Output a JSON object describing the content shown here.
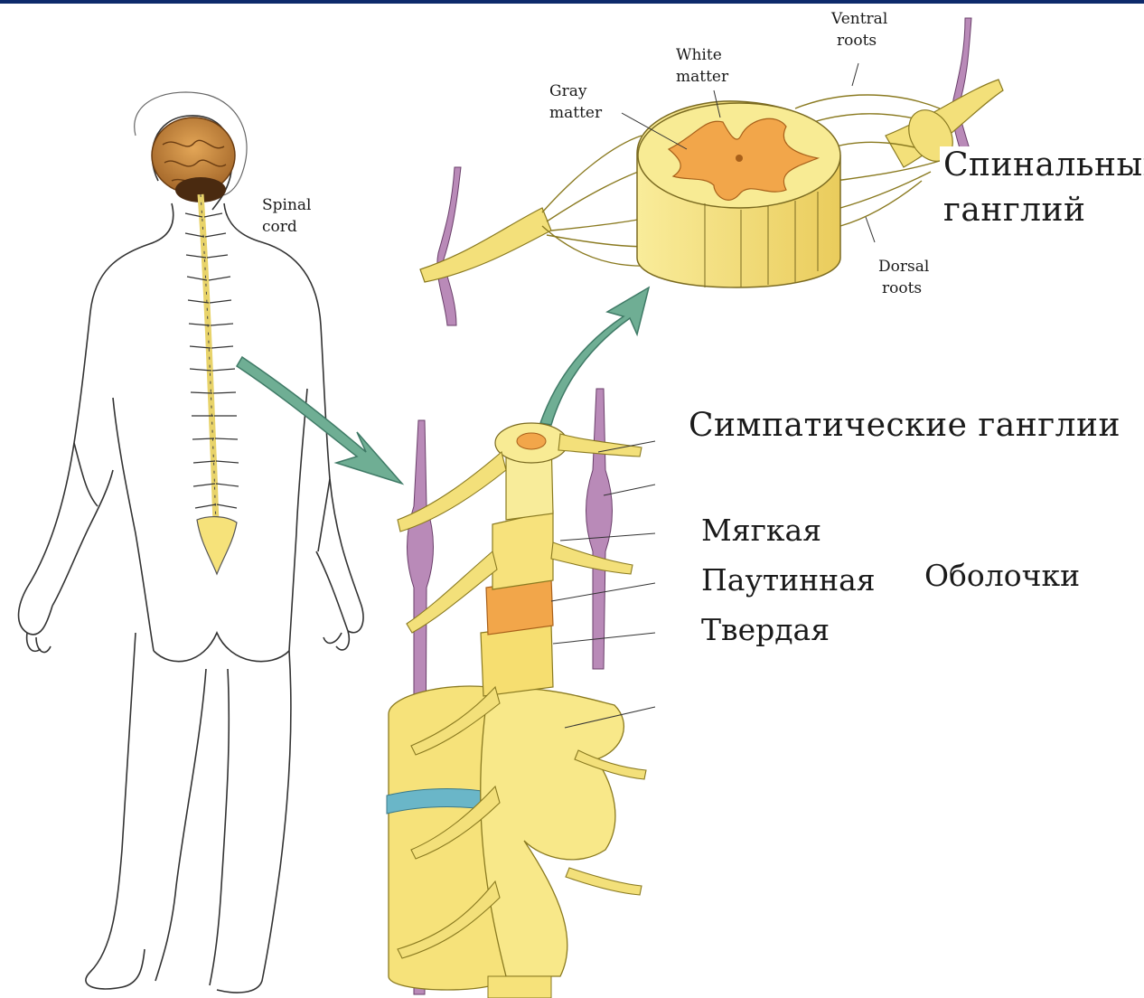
{
  "colors": {
    "top_bar": "#0d2a6b",
    "nerve_yellow": "#f7e98a",
    "cord_orange": "#f2a64a",
    "ganglion_purple": "#a86fa8",
    "arrow_green": "#6fae94",
    "brain": "#c98a3a",
    "disc_blue": "#6ab6c8"
  },
  "labels_en": {
    "spinal_cord": [
      "Spinal",
      "cord"
    ],
    "white_matter": [
      "White",
      "matter"
    ],
    "gray_matter": [
      "Gray",
      "matter"
    ],
    "ventral_roots": [
      "Ventral",
      "roots"
    ],
    "dorsal_roots": [
      "Dorsal",
      "roots"
    ]
  },
  "labels_ru": {
    "spinal_ganglion_1": "Спинальный",
    "spinal_ganglion_2": "ганглий",
    "sympathetic_ganglia": "Симпатические ганглии",
    "pia": "Мягкая",
    "arachnoid": "Паутинная",
    "dura": "Твердая",
    "meninges": "Оболочки"
  },
  "icons": [
    "human-figure-back-view",
    "brain-icon",
    "spinal-column-icon",
    "cord-cross-section-icon",
    "arrow-icon"
  ]
}
